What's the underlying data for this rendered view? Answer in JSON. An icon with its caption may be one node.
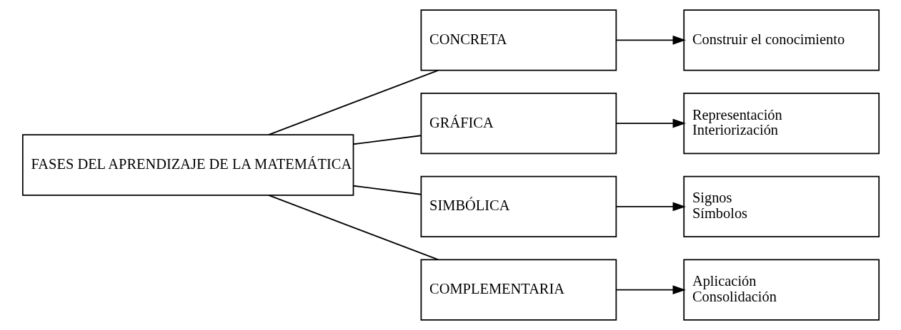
{
  "diagram": {
    "nodes": [
      {
        "text": [
          "FASES DEL APRENDIZAJE DE LA MATEMÁTICA"
        ]
      },
      {
        "text": [
          "CONCRETA"
        ]
      },
      {
        "text": [
          "Construir el conocimiento"
        ]
      },
      {
        "text": [
          "GRÁFICA"
        ]
      },
      {
        "text": [
          "Representación",
          "Interiorización"
        ]
      },
      {
        "text": [
          "SIMBÓLICA"
        ]
      },
      {
        "text": [
          "Signos",
          "Símbolos"
        ]
      },
      {
        "text": [
          "COMPLEMENTARIA"
        ]
      },
      {
        "text": [
          "Aplicación",
          "Consolidación"
        ]
      }
    ],
    "edges": [
      {
        "from": 0,
        "to": 1,
        "arrow": "none"
      },
      {
        "from": 0,
        "to": 3,
        "arrow": "none"
      },
      {
        "from": 0,
        "to": 5,
        "arrow": "none"
      },
      {
        "from": 0,
        "to": 7,
        "arrow": "none"
      },
      {
        "from": 1,
        "to": 2,
        "arrow": "to"
      },
      {
        "from": 3,
        "to": 4,
        "arrow": "to"
      },
      {
        "from": 5,
        "to": 6,
        "arrow": "to"
      },
      {
        "from": 7,
        "to": 8,
        "arrow": "to"
      }
    ]
  }
}
